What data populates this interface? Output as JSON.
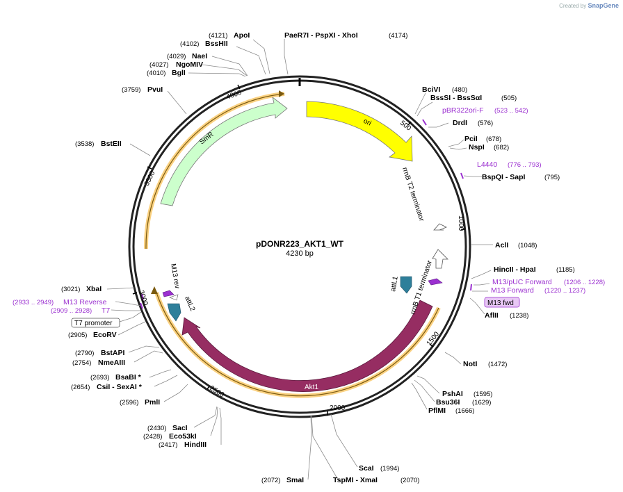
{
  "credit": {
    "prefix": "Created by",
    "brand": "SnapGene"
  },
  "map": {
    "name": "pDONR223_AKT1_WT",
    "length_label": "4230 bp",
    "length": 4230
  },
  "ticks": [
    {
      "label": "500",
      "bp": 500
    },
    {
      "label": "1000",
      "bp": 1000
    },
    {
      "label": "1500",
      "bp": 1500
    },
    {
      "label": "2000",
      "bp": 2000
    },
    {
      "label": "2500",
      "bp": 2500
    },
    {
      "label": "3000",
      "bp": 3000
    },
    {
      "label": "3500",
      "bp": 3500
    },
    {
      "label": "4000",
      "bp": 4000
    }
  ],
  "features": [
    {
      "label": "ori",
      "color": "#ffff00"
    },
    {
      "label": "rrnB T2 terminator",
      "color": "#ffffff"
    },
    {
      "label": "rrnB T1 terminator",
      "color": "#ffffff"
    },
    {
      "label": "attL1",
      "color": "#2e7f9a"
    },
    {
      "label": "Akt1",
      "color": "#962d62"
    },
    {
      "label": "attL2",
      "color": "#2e7f9a"
    },
    {
      "label": "M13 rev",
      "color": "#9b30d0"
    },
    {
      "label": "SmR",
      "color": "#ccffcc"
    }
  ],
  "enzymes": [
    {
      "name": "ApoI",
      "pos": "(4121)"
    },
    {
      "name": "BssHII",
      "pos": "(4102)"
    },
    {
      "name": "NaeI",
      "pos": "(4029)"
    },
    {
      "name": "NgoMIV",
      "pos": "(4027)"
    },
    {
      "name": "BglI",
      "pos": "(4010)"
    },
    {
      "name": "PvuI",
      "pos": "(3759)"
    },
    {
      "name": "BstEII",
      "pos": "(3538)"
    },
    {
      "name": "PaeR7I - PspXI - XhoI",
      "pos": "(4174)"
    },
    {
      "name": "BciVI",
      "pos": "(480)"
    },
    {
      "name": "BssSI - BssSαI",
      "pos": "(505)"
    },
    {
      "name": "DrdI",
      "pos": "(576)"
    },
    {
      "name": "PciI",
      "pos": "(678)"
    },
    {
      "name": "NspI",
      "pos": "(682)"
    },
    {
      "name": "BspQI - SapI",
      "pos": "(795)"
    },
    {
      "name": "AclI",
      "pos": "(1048)"
    },
    {
      "name": "HincII - HpaI",
      "pos": "(1185)"
    },
    {
      "name": "AflII",
      "pos": "(1238)"
    },
    {
      "name": "NotI",
      "pos": "(1472)"
    },
    {
      "name": "PshAI",
      "pos": "(1595)"
    },
    {
      "name": "Bsu36I",
      "pos": "(1629)"
    },
    {
      "name": "PflMI",
      "pos": "(1666)"
    },
    {
      "name": "ScaI",
      "pos": "(1994)"
    },
    {
      "name": "TspMI - XmaI",
      "pos": "(2070)"
    },
    {
      "name": "SmaI",
      "pos": "(2072)"
    },
    {
      "name": "HindIII",
      "pos": "(2417)"
    },
    {
      "name": "Eco53kI",
      "pos": "(2428)"
    },
    {
      "name": "SacI",
      "pos": "(2430)"
    },
    {
      "name": "PmlI",
      "pos": "(2596)"
    },
    {
      "name": "CsiI - SexAI *",
      "pos": "(2654)"
    },
    {
      "name": "BsaBI *",
      "pos": "(2693)"
    },
    {
      "name": "NmeAIII",
      "pos": "(2754)"
    },
    {
      "name": "BstAPI",
      "pos": "(2790)"
    },
    {
      "name": "EcoRV",
      "pos": "(2905)"
    },
    {
      "name": "XbaI",
      "pos": "(3021)"
    }
  ],
  "primers": [
    {
      "name": "pBR322ori-F",
      "range": "(523 .. 542)"
    },
    {
      "name": "L4440",
      "range": "(776 .. 793)"
    },
    {
      "name": "M13/pUC Forward",
      "range": "(1206 .. 1228)"
    },
    {
      "name": "M13 Forward",
      "range": "(1220 .. 1237)"
    },
    {
      "name": "M13 fwd",
      "range": ""
    },
    {
      "name": "M13 Reverse",
      "range": "(2933 .. 2949)"
    },
    {
      "name": "T7",
      "range": "(2909 .. 2928)"
    },
    {
      "name": "T7 promoter",
      "range": ""
    }
  ]
}
